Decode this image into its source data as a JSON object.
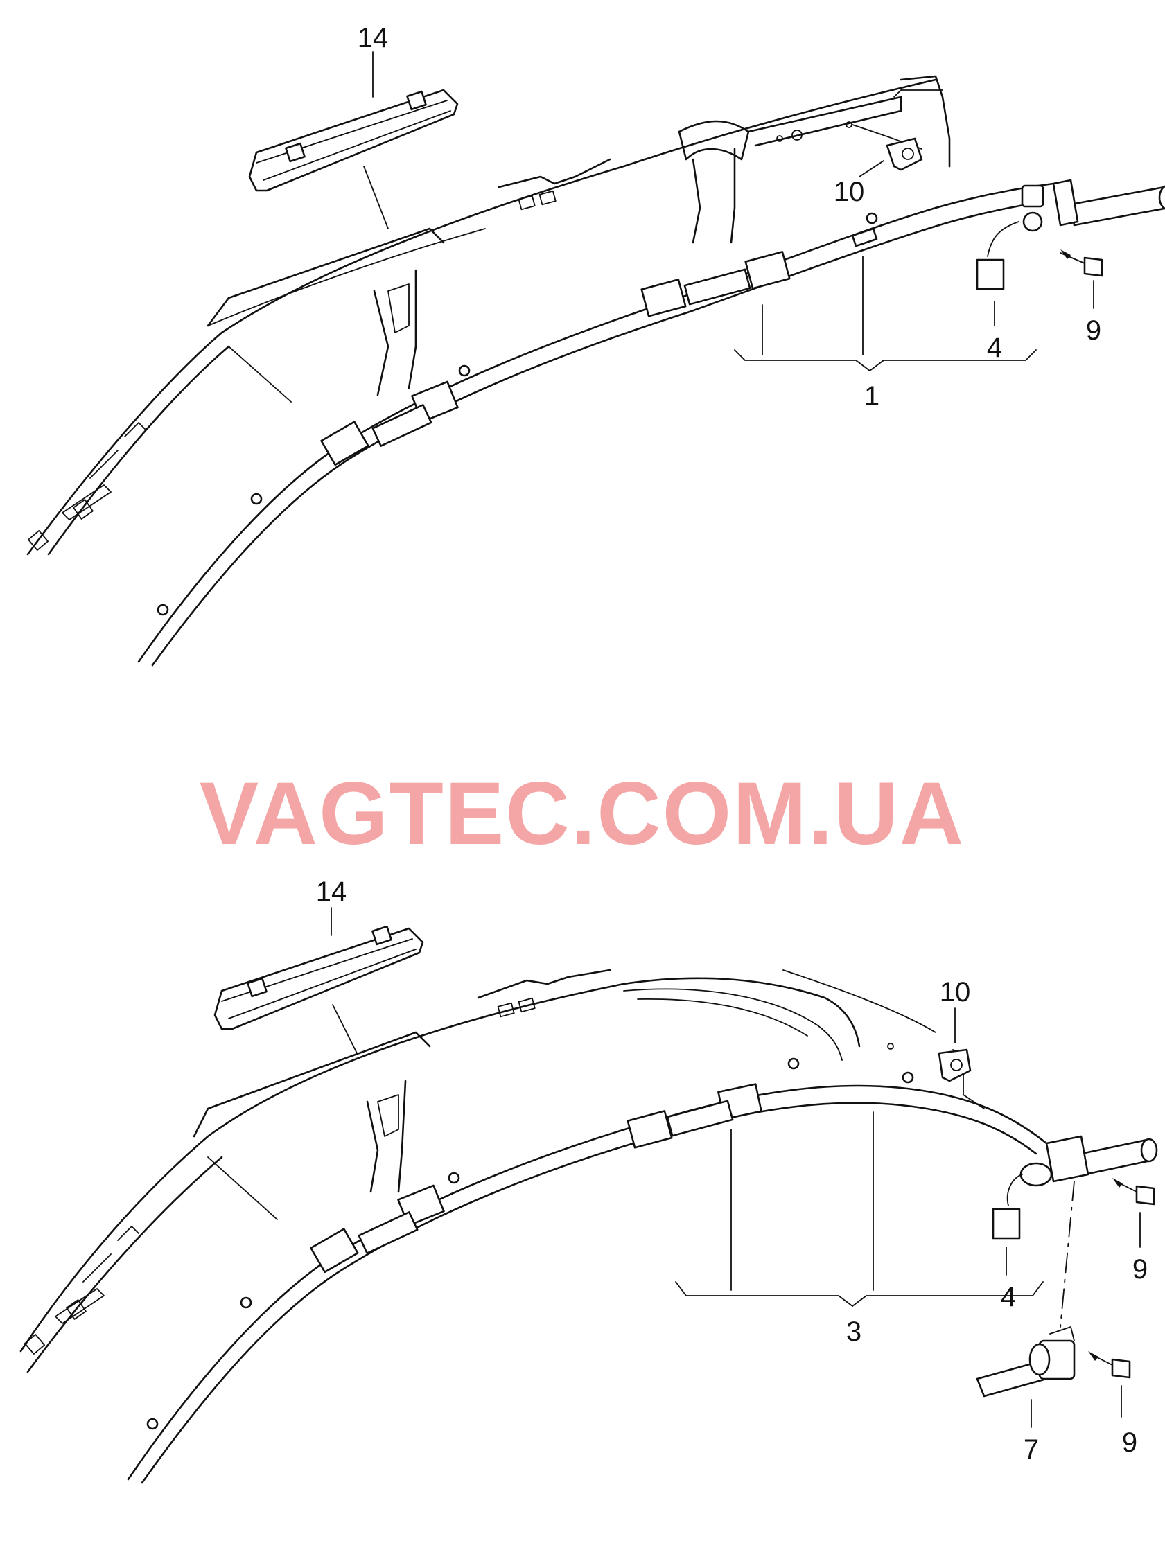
{
  "watermark": "VAGTEC.COM.UA",
  "upper_assembly": {
    "labels": {
      "cover": "14",
      "bolt_nut": "10",
      "connector": "4",
      "screw": "9",
      "airbag_unit": "1"
    }
  },
  "lower_assembly": {
    "labels": {
      "cover": "14",
      "bolt_nut": "10",
      "connector": "4",
      "screw": "9",
      "airbag_unit": "3",
      "generator": "7",
      "screw_generator": "9"
    }
  }
}
